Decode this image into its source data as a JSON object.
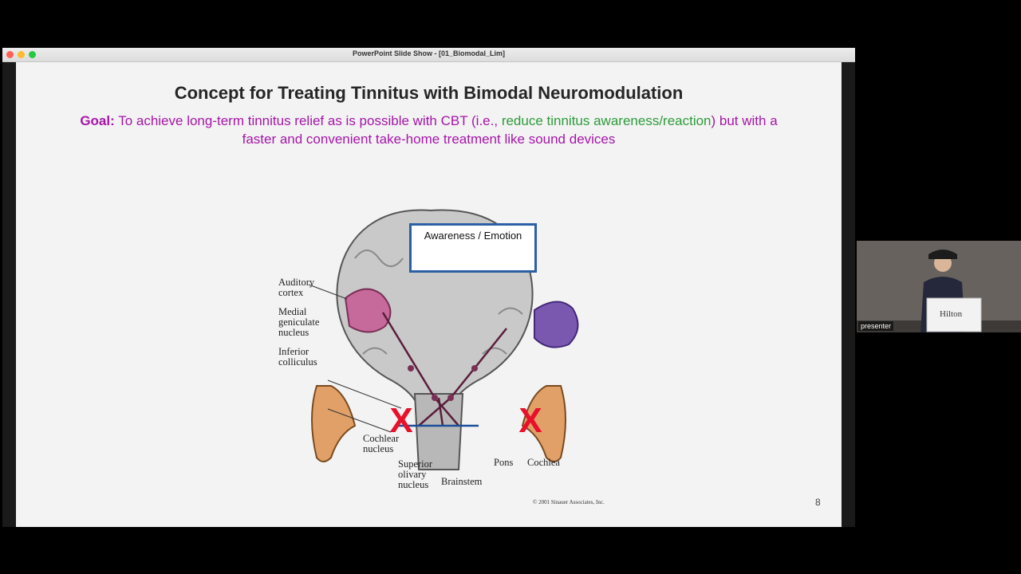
{
  "window": {
    "title": "PowerPoint Slide Show - [01_Biomodal_Lim]"
  },
  "slide": {
    "title": "Concept for Treating Tinnitus with Bimodal Neuromodulation",
    "goal_label": "Goal:",
    "goal_text_1": " To achieve long-term tinnitus relief as is possible with CBT (i.e., ",
    "goal_green_1": "reduce tinnitus awareness/reaction",
    "goal_text_2": ") but with a faster and convenient take-home treatment like sound devices",
    "figure": {
      "box_label": "Awareness / Emotion",
      "labels": {
        "auditory_cortex": "Auditory\ncortex",
        "medial_geniculate": "Medial\ngeniculate\nnucleus",
        "inferior_colliculus": "Inferior\ncolliculus",
        "cochlear_nucleus": "Cochlear\nnucleus",
        "superior_olivary": "Superior\nolivary\nnucleus",
        "brainstem": "Brainstem",
        "pons": "Pons",
        "cochlea": "Cochlea"
      },
      "marker_symbol": "X",
      "marker_color": "#e8102a"
    },
    "copyright": "© 2001 Sinauer Associates, Inc.",
    "page_number": "8"
  },
  "presenter": {
    "label": "presenter",
    "podium_text": "Hilton"
  },
  "colors": {
    "goal_purple": "#a516a8",
    "goal_green": "#2d9b3a",
    "box_border": "#2c5fa5"
  }
}
